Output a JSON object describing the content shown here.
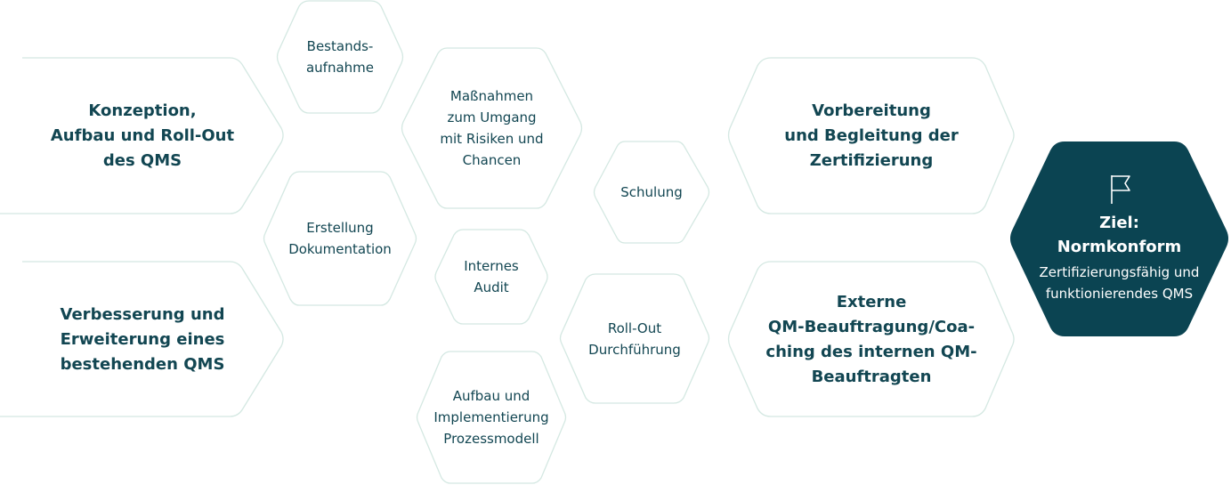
{
  "colors": {
    "outline": "#d4e8e2",
    "text": "#124652",
    "goal_fill": "#0b4452",
    "goal_text": "#ffffff"
  },
  "hexagons": {
    "konzeption": [
      "Konzeption,",
      "Aufbau und Roll-Out",
      "des QMS"
    ],
    "verbesserung": [
      "Verbesserung und",
      "Erweiterung eines",
      "bestehenden QMS"
    ],
    "bestandsaufnahme": [
      "Bestands-",
      "aufnahme"
    ],
    "erstellung": [
      "Erstellung",
      "Dokumentation"
    ],
    "massnahmen": [
      "Maßnahmen",
      "zum Umgang",
      "mit Risiken und",
      "Chancen"
    ],
    "internes_audit": [
      "Internes",
      "Audit"
    ],
    "aufbau": [
      "Aufbau und",
      "Implementierung",
      "Prozessmodell"
    ],
    "schulung": [
      "Schulung"
    ],
    "rollout": [
      "Roll-Out",
      "Durchführung"
    ],
    "vorbereitung": [
      "Vorbereitung",
      "und Begleitung der",
      "Zertifizierung"
    ],
    "externe": [
      "Externe",
      "QM-Beauftragung/Coa-",
      "ching des internen QM-",
      "Beauftragten"
    ]
  },
  "goal": {
    "icon": "flag-icon",
    "title": [
      "Ziel:",
      "Normkonform"
    ],
    "subtitle": [
      "Zertifizierungsfähig und",
      "funktionierendes QMS"
    ]
  }
}
